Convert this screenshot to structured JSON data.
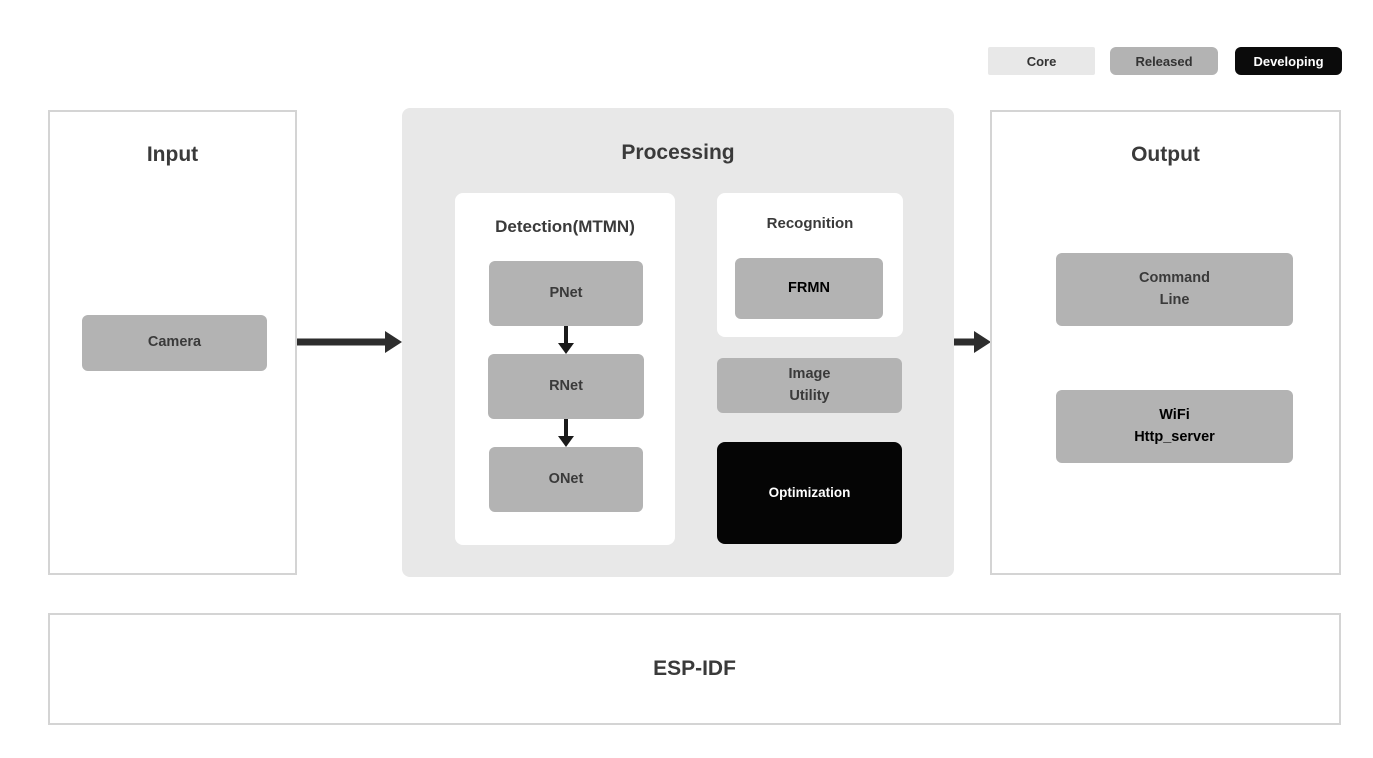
{
  "colors": {
    "background": "#ffffff",
    "processing_bg": "#e8e8e8",
    "module_gray": "#b3b3b3",
    "module_black": "#050505",
    "panel_border": "#d4d4d4",
    "arrow": "#2d2d2d",
    "title_text": "#3a3a3a",
    "legend_developing_bg": "#0b0b0b"
  },
  "legend": {
    "items": [
      {
        "label": "Core",
        "type": "core"
      },
      {
        "label": "Released",
        "type": "released"
      },
      {
        "label": "Developing",
        "type": "developing"
      }
    ]
  },
  "panels": {
    "input": {
      "title": "Input",
      "modules": [
        {
          "label": "Camera",
          "status": "released"
        }
      ]
    },
    "processing": {
      "title": "Processing",
      "detection": {
        "title": "Detection(MTMN)",
        "nodes": [
          "PNet",
          "RNet",
          "ONet"
        ]
      },
      "recognition": {
        "title": "Recognition",
        "node": "FRMN"
      },
      "image_utility": {
        "label": "Image\nUtility",
        "status": "released"
      },
      "optimization": {
        "label": "Optimization",
        "status": "developing"
      }
    },
    "output": {
      "title": "Output",
      "modules": [
        {
          "label": "Command\nLine",
          "status": "released"
        },
        {
          "label": "WiFi\nHttp_server",
          "status": "released"
        }
      ]
    },
    "foundation": {
      "title": "ESP-IDF"
    }
  }
}
